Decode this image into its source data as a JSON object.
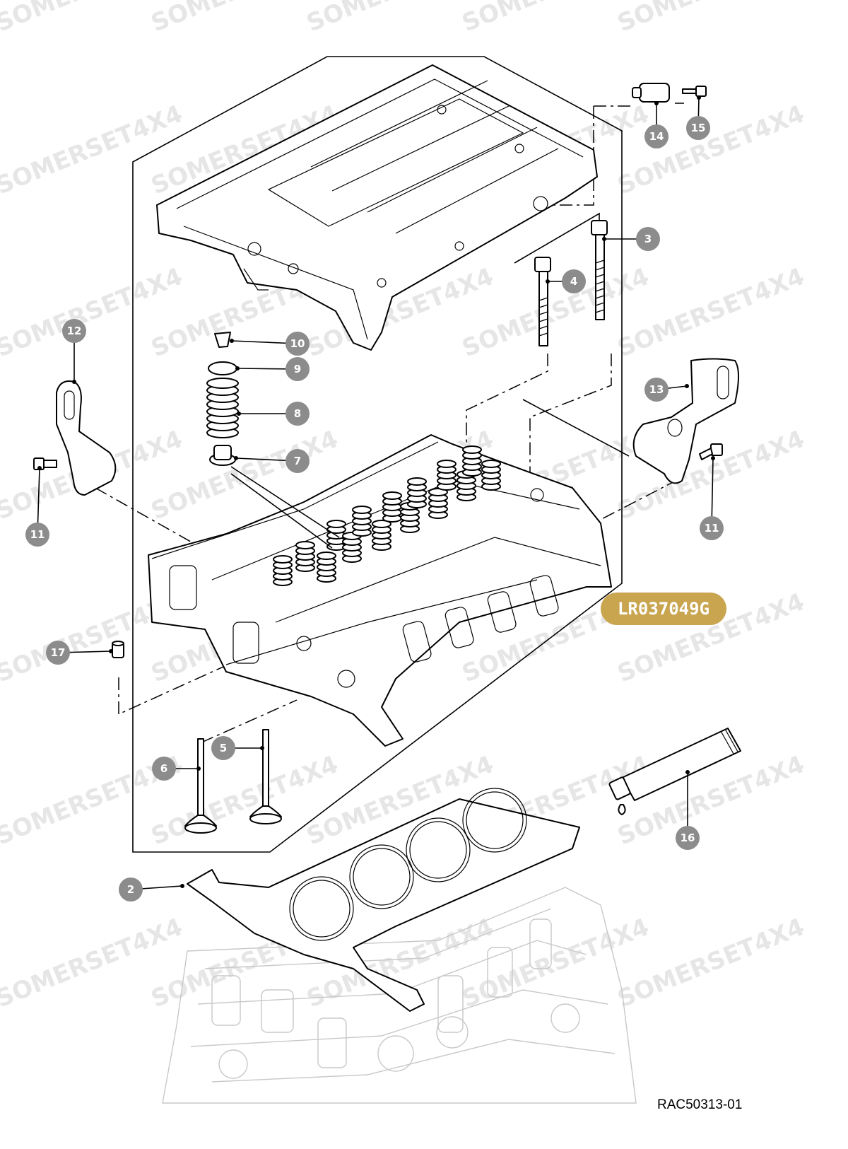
{
  "watermark": "SOMERSET4X4",
  "part_tag": "LR037049G",
  "drawing_ref": "RAC50313-01",
  "callouts": [
    {
      "n": "2"
    },
    {
      "n": "3"
    },
    {
      "n": "4"
    },
    {
      "n": "5"
    },
    {
      "n": "6"
    },
    {
      "n": "7"
    },
    {
      "n": "8"
    },
    {
      "n": "9"
    },
    {
      "n": "10"
    },
    {
      "n": "11"
    },
    {
      "n": "11"
    },
    {
      "n": "12"
    },
    {
      "n": "13"
    },
    {
      "n": "14"
    },
    {
      "n": "15"
    },
    {
      "n": "16"
    },
    {
      "n": "17"
    }
  ],
  "colors": {
    "callout_fill": "#8c8c8c",
    "tag_fill": "#c9a550",
    "watermark": "#e6e6e6",
    "engine_block_ghost": "#c8c8c8"
  }
}
